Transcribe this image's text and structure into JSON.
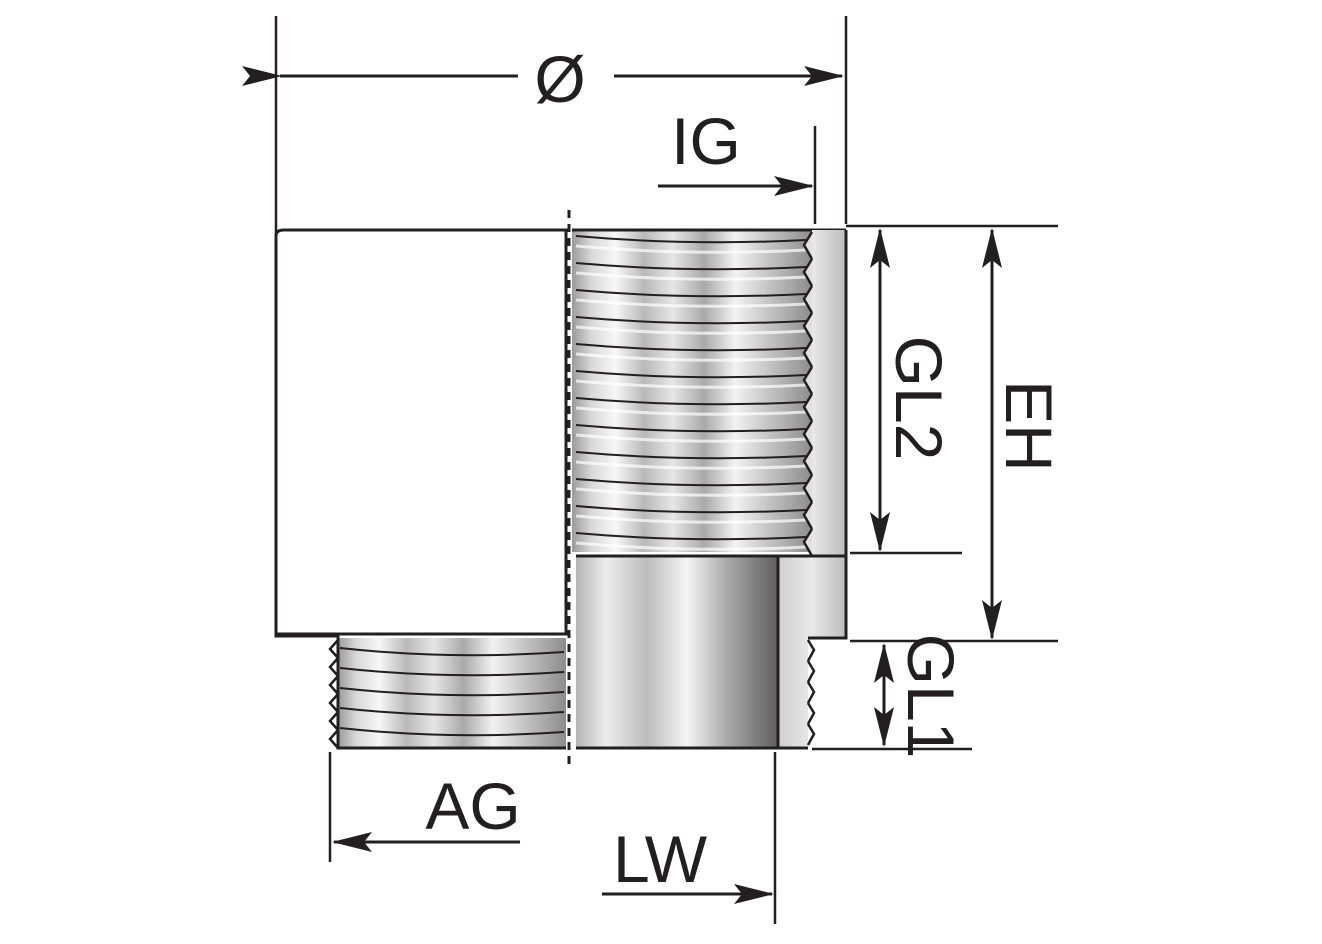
{
  "diagram": {
    "labels": {
      "diameter": "Ø",
      "inner_thread": "IG",
      "outer_thread": "AG",
      "wall_width": "LW",
      "thread_length_2": "GL2",
      "thread_length_1": "GL1",
      "height": "EH"
    },
    "colors": {
      "line": "#231f20",
      "metal_dark": "#8a8a8a",
      "metal_mid": "#bdbdbd",
      "metal_light": "#f4f4f4",
      "background": "#ffffff"
    }
  }
}
